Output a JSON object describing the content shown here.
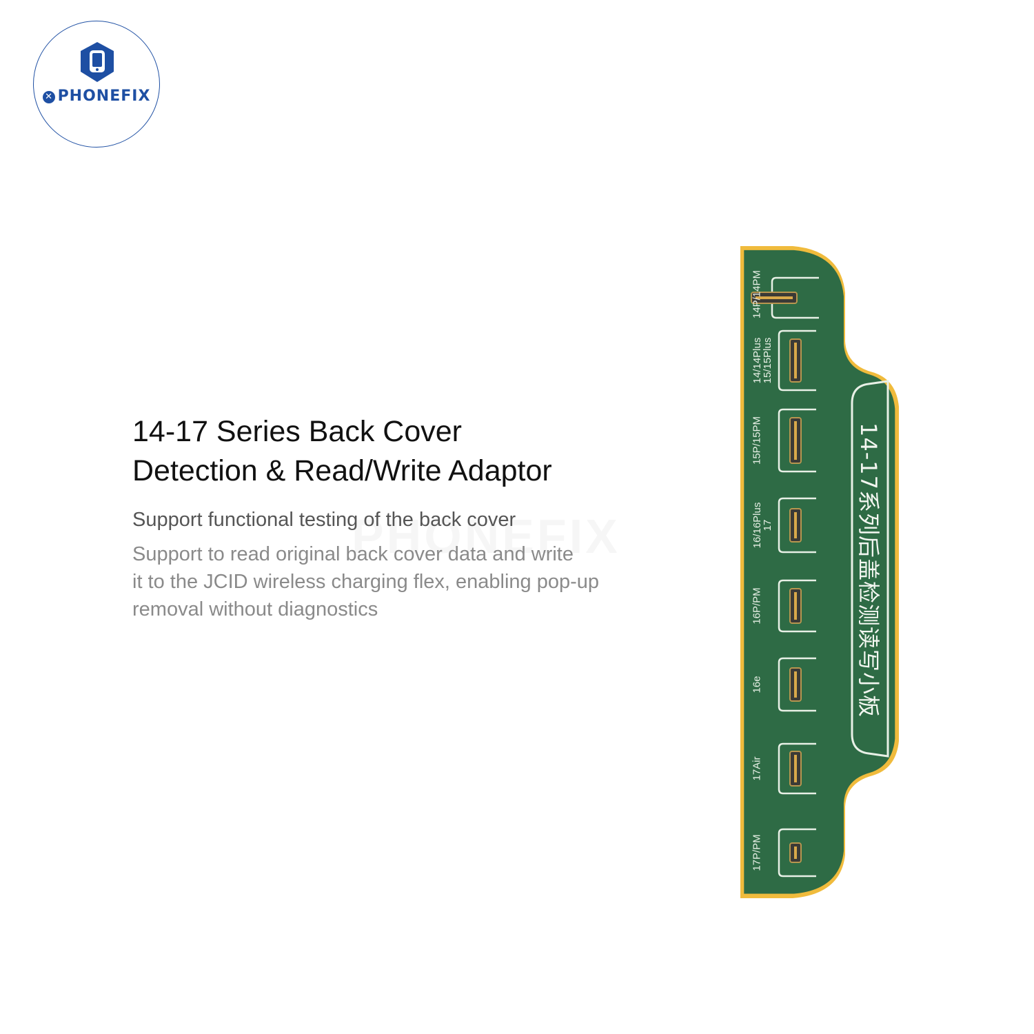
{
  "brand": {
    "name": "PHONEFIX",
    "color": "#1e4fa3"
  },
  "product": {
    "title_line1": "14-17 Series Back Cover",
    "title_line2": "Detection & Read/Write Adaptor",
    "subtitle": "Support functional testing of the back cover",
    "description_line1": "Support to read original back cover data and write",
    "description_line2": "it to the JCID wireless charging flex, enabling pop-up",
    "description_line3": "removal without diagnostics"
  },
  "watermark": "PHONEFIX",
  "board": {
    "title": "14-17系列后盖检测读写小板",
    "pcb_color": "#2e6b45",
    "edge_color": "#f0bb3c",
    "ports": [
      {
        "label": "14P/14PM",
        "label2": ""
      },
      {
        "label": "14/14Plus",
        "label2": "15/15Plus"
      },
      {
        "label": "15P/15PM",
        "label2": ""
      },
      {
        "label": "16/16Plus",
        "label2": "17"
      },
      {
        "label": "16P/PM",
        "label2": ""
      },
      {
        "label": "16e",
        "label2": ""
      },
      {
        "label": "17Air",
        "label2": ""
      },
      {
        "label": "17P/PM",
        "label2": ""
      }
    ]
  }
}
